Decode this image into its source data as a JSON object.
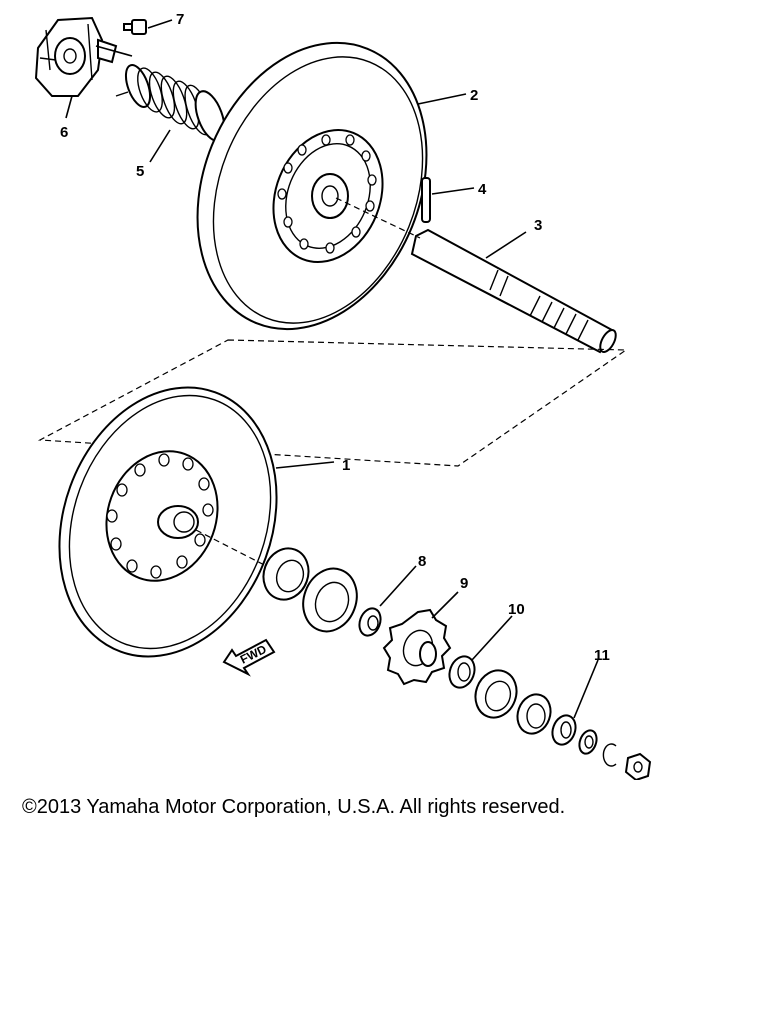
{
  "diagram": {
    "callouts": [
      "1",
      "2",
      "3",
      "4",
      "5",
      "6",
      "7",
      "8",
      "9",
      "10",
      "11"
    ],
    "direction_label": "FWD"
  },
  "footer": {
    "copyright": "©2013 Yamaha Motor Corporation, U.S.A. All rights reserved."
  }
}
